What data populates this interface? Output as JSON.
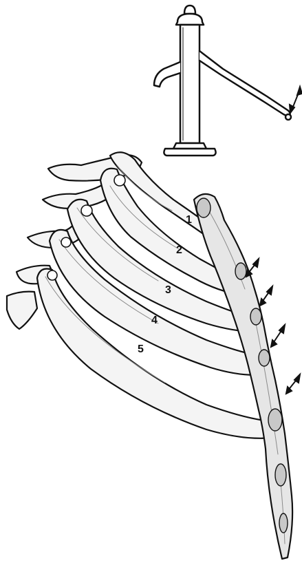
{
  "diagram": {
    "colors": {
      "ink": "#111111",
      "bone_fill": "#f4f4f4",
      "shade": "#c8c8c8"
    },
    "pump": {
      "icon": "pump-handle-icon"
    },
    "rib_labels": [
      "1",
      "2",
      "3",
      "4",
      "5"
    ],
    "movement_arrows": {
      "icon": "double-headed-arrow-icon",
      "count": 5
    }
  }
}
